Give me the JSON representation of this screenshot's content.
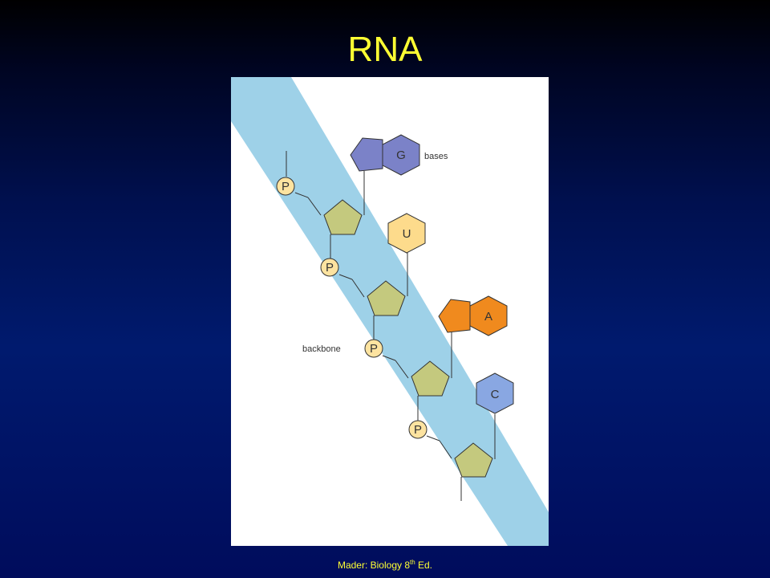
{
  "slide": {
    "title": "RNA",
    "caption_main": "Mader: Biology 8",
    "caption_sup": "th",
    "caption_end": " Ed."
  },
  "diagram": {
    "labels": {
      "bases": "bases",
      "backbone": "backbone"
    },
    "phosphate_symbol": "P",
    "bases": [
      {
        "letter": "G",
        "kind": "purine",
        "color": "#7b82c8"
      },
      {
        "letter": "U",
        "kind": "pyrimidine",
        "color": "#fddb8c"
      },
      {
        "letter": "A",
        "kind": "purine",
        "color": "#f08a1e"
      },
      {
        "letter": "C",
        "kind": "pyrimidine",
        "color": "#89a7e2"
      }
    ],
    "colors": {
      "backbone_band": "#9ed1e8",
      "sugar": "#c4c97e",
      "phosphate": "#fde3a0"
    }
  }
}
